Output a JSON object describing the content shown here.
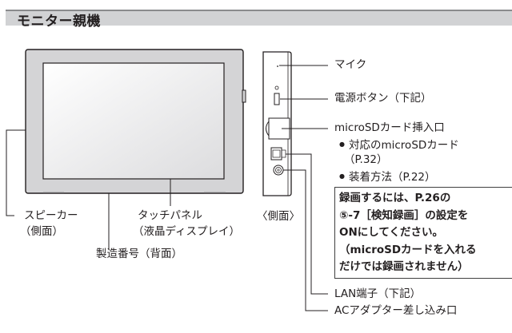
{
  "section_title": "モニター親機",
  "callouts": {
    "speaker": "スピーカー",
    "speaker_sub": "（側面）",
    "touch_panel": "タッチパネル",
    "touch_panel_sub": "（液晶ディスプレイ）",
    "serial_number": "製造番号（背面）",
    "side_view": "〈側面〉",
    "mic": "マイク",
    "power_button": "電源ボタン（下記）",
    "microsd_slot": "microSDカード挿入口",
    "microsd_bullet1": "対応のmicroSDカード",
    "microsd_bullet1_ref": "（P.32）",
    "microsd_bullet2": "装着方法（P.22）",
    "lan_port": "LAN端子（下記）",
    "ac_adapter": "ACアダプター差し込み口"
  },
  "note_box": {
    "lines": [
      "録画するには、P.26の",
      "⑤-7［検知録画］の設定を",
      "ONにしてください。",
      "（microSDカードを入れる",
      "だけでは録画されません）"
    ]
  },
  "colors": {
    "header_bg": "#d1d2d4",
    "bezel": "#d4d4d6",
    "outline": "#231f20"
  }
}
